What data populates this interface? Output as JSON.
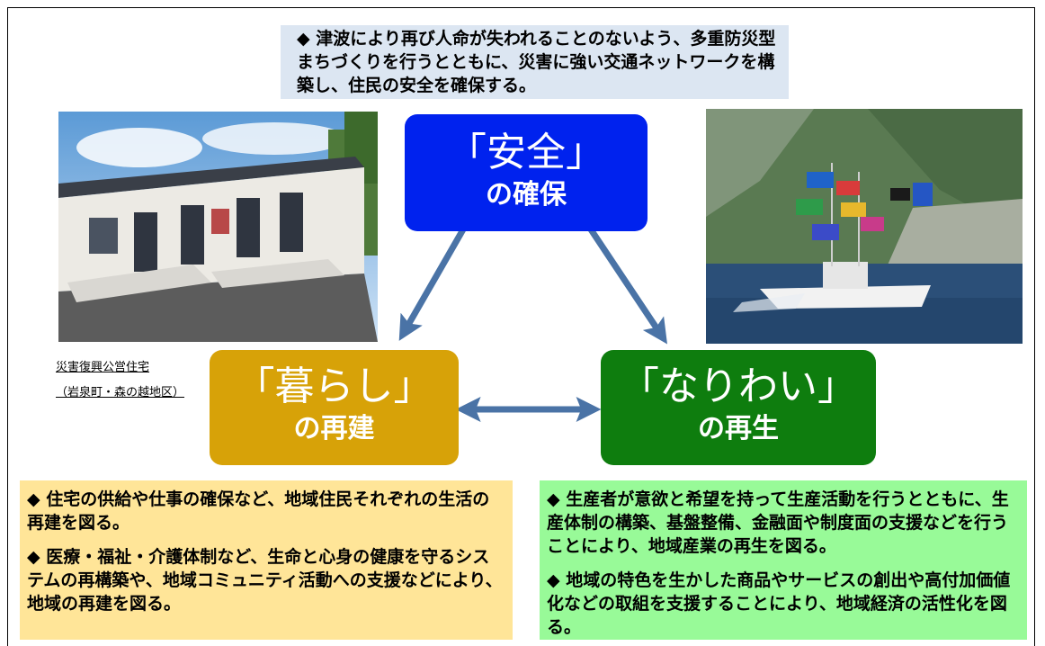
{
  "notes": {
    "top": "◆ 津波により再び人命が失われることのないよう、多重防災型まちづくりを行うとともに、災害に強い交通ネットワークを構築し、住民の安全を確保する。",
    "left_1": "◆ 住宅の供給や仕事の確保など、地域住民それぞれの生活の再建を図る。",
    "left_2": "◆ 医療・福祉・介護体制など、生命と心身の健康を守るシステムの再構築や、地域コミュニティ活動への支援などにより、地域の再建を図る。",
    "right_1": "◆ 生産者が意欲と希望を持って生産活動を行うとともに、生産体制の構築、基盤整備、金融面や制度面の支援などを行うことにより、地域産業の再生を図る。",
    "right_2": "◆ 地域の特色を生かした商品やサービスの創出や高付加価値化などの取組を支援することにより、地域経済の活性化を図る。"
  },
  "boxes": {
    "safety": {
      "title": "「安全」",
      "subtitle": "の確保",
      "color": "#0022ee"
    },
    "living": {
      "title": "「暮らし」",
      "subtitle": "の再建",
      "color": "#d7a208"
    },
    "livelihood": {
      "title": "「なりわい」",
      "subtitle": "の再生",
      "color": "#0e7d0e"
    }
  },
  "photo_caption": {
    "line1": "災害復興公営住宅",
    "line2": "（岩泉町・森の越地区）"
  },
  "colors": {
    "arrow": "#4a73a6",
    "top_note_bg": "#dce6f2",
    "left_note_bg": "#ffe598",
    "right_note_bg": "#98fa98"
  }
}
